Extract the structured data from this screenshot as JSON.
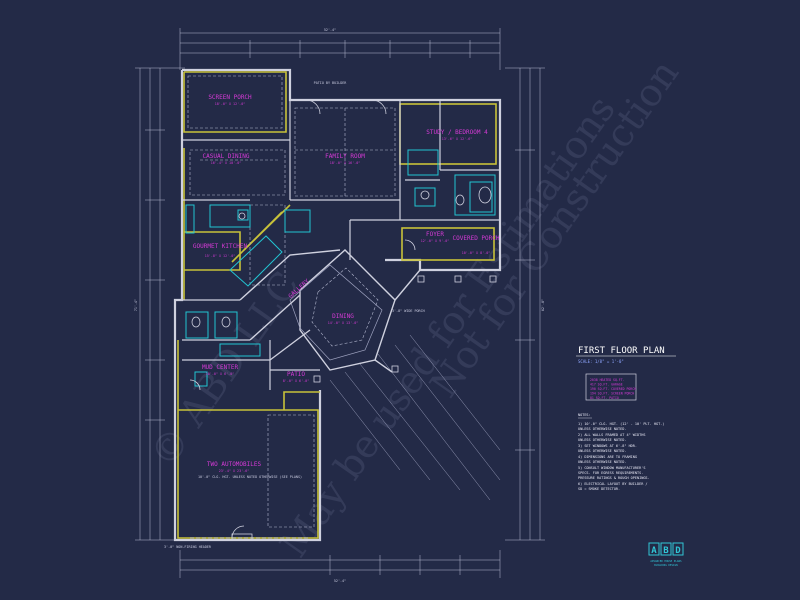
{
  "plan_title": "FIRST FLOOR PLAN",
  "scale": "SCALE: 1/8\" = 1'-0\"",
  "overall_dims": {
    "top": "52'-4\"",
    "bottom": "52'-4\"",
    "left": "71'-4\"",
    "right": "62'-8\"",
    "patio_label": "PATIO BY BUILDER",
    "patio_right": "3'-8\" WIDE PORCH",
    "porch_bottom": "3'-0\" NON-FIRING HEADER"
  },
  "rooms": {
    "screen_porch": {
      "name": "SCREEN PORCH",
      "size": "18'-0\" X 12'-0\""
    },
    "casual_dining": {
      "name": "CASUAL DINING",
      "size": "16'-4\" X 10'-0\""
    },
    "family_room": {
      "name": "FAMILY ROOM",
      "size": "18'-0\" X 16'-0\""
    },
    "study": {
      "name": "STUDY / BEDROOM 4",
      "size": "13'-6\" X 12'-6\""
    },
    "gourmet_kitchen": {
      "name": "GOURMET KITCHEN",
      "size": "15'-8\" X 12'-0\""
    },
    "gallery": {
      "name": "GALLERY"
    },
    "foyer": {
      "name": "FOYER",
      "size": "12'-0\" X 9'-0\""
    },
    "covered_porch": {
      "name": "COVERED PORCH",
      "size": "10'-0\" X 8'-0\""
    },
    "dining": {
      "name": "DINING",
      "size": "14'-0\" X 13'-0\""
    },
    "mud_center": {
      "name": "MUD CENTER",
      "size": "10'-0\" X 6'-0\""
    },
    "patio": {
      "name": "PATIO",
      "size": "8'-0\" X 6'-0\""
    },
    "garage": {
      "name": "TWO AUTOMOBILES",
      "size": "23'-4\" X 23'-6\"",
      "note": "10'-0\" CLG. HGT. UNLESS NOTED OTHERWISE (SEE PLANS)"
    }
  },
  "area_stats": [
    "2038 HEATED SQ.FT.",
    "417 SQ.FT. GARAGE",
    "190 SQ.FT. COVERED PORCH",
    "194 SQ.FT. SCREEN PORCH",
    "81 SQ.FT. PATIO"
  ],
  "notes_title": "NOTES:",
  "notes": [
    "1) 10'-0\" CLG. HGT. (12' - 10' PLT. HGT.)",
    "    UNLESS OTHERWISE NOTED.",
    "2) ALL WALLS FRAMED AT 4\" WIDTHS",
    "    UNLESS OTHERWISE NOTED.",
    "3) SET WINDOWS AT 6'-8\" HDR.",
    "    UNLESS OTHERWISE NOTED.",
    "4) DIMENSIONS ARE TO FRAMING",
    "    UNLESS OTHERWISE NOTED.",
    "5) CONSULT WINDOW MANUFACTURER'S",
    "    SPECS. FOR EGRESS REQUIREMENTS.",
    "    PRESSURE RATINGS & ROUGH OPENINGS.",
    "6) ELECTRICAL LAYOUT BY BUILDER /",
    "    SD = SMOKE DETECTOR."
  ],
  "watermark_1": "© ABD LLC",
  "watermark_2": "May be used for Estimations",
  "watermark_3": "Not for Construction",
  "logo": {
    "letters": [
      "A",
      "B",
      "D"
    ],
    "tagline_1": "ADVANCED HOUSE PLANS",
    "tagline_2": "BUILDING DESIGN"
  },
  "colors": {
    "background": "#232a47",
    "wall": "#cfd1df",
    "accent_wall": "#c8c23a",
    "room_label": "#d53ad6",
    "cabinet": "#22c4d2",
    "logo": "#30c5d6"
  }
}
